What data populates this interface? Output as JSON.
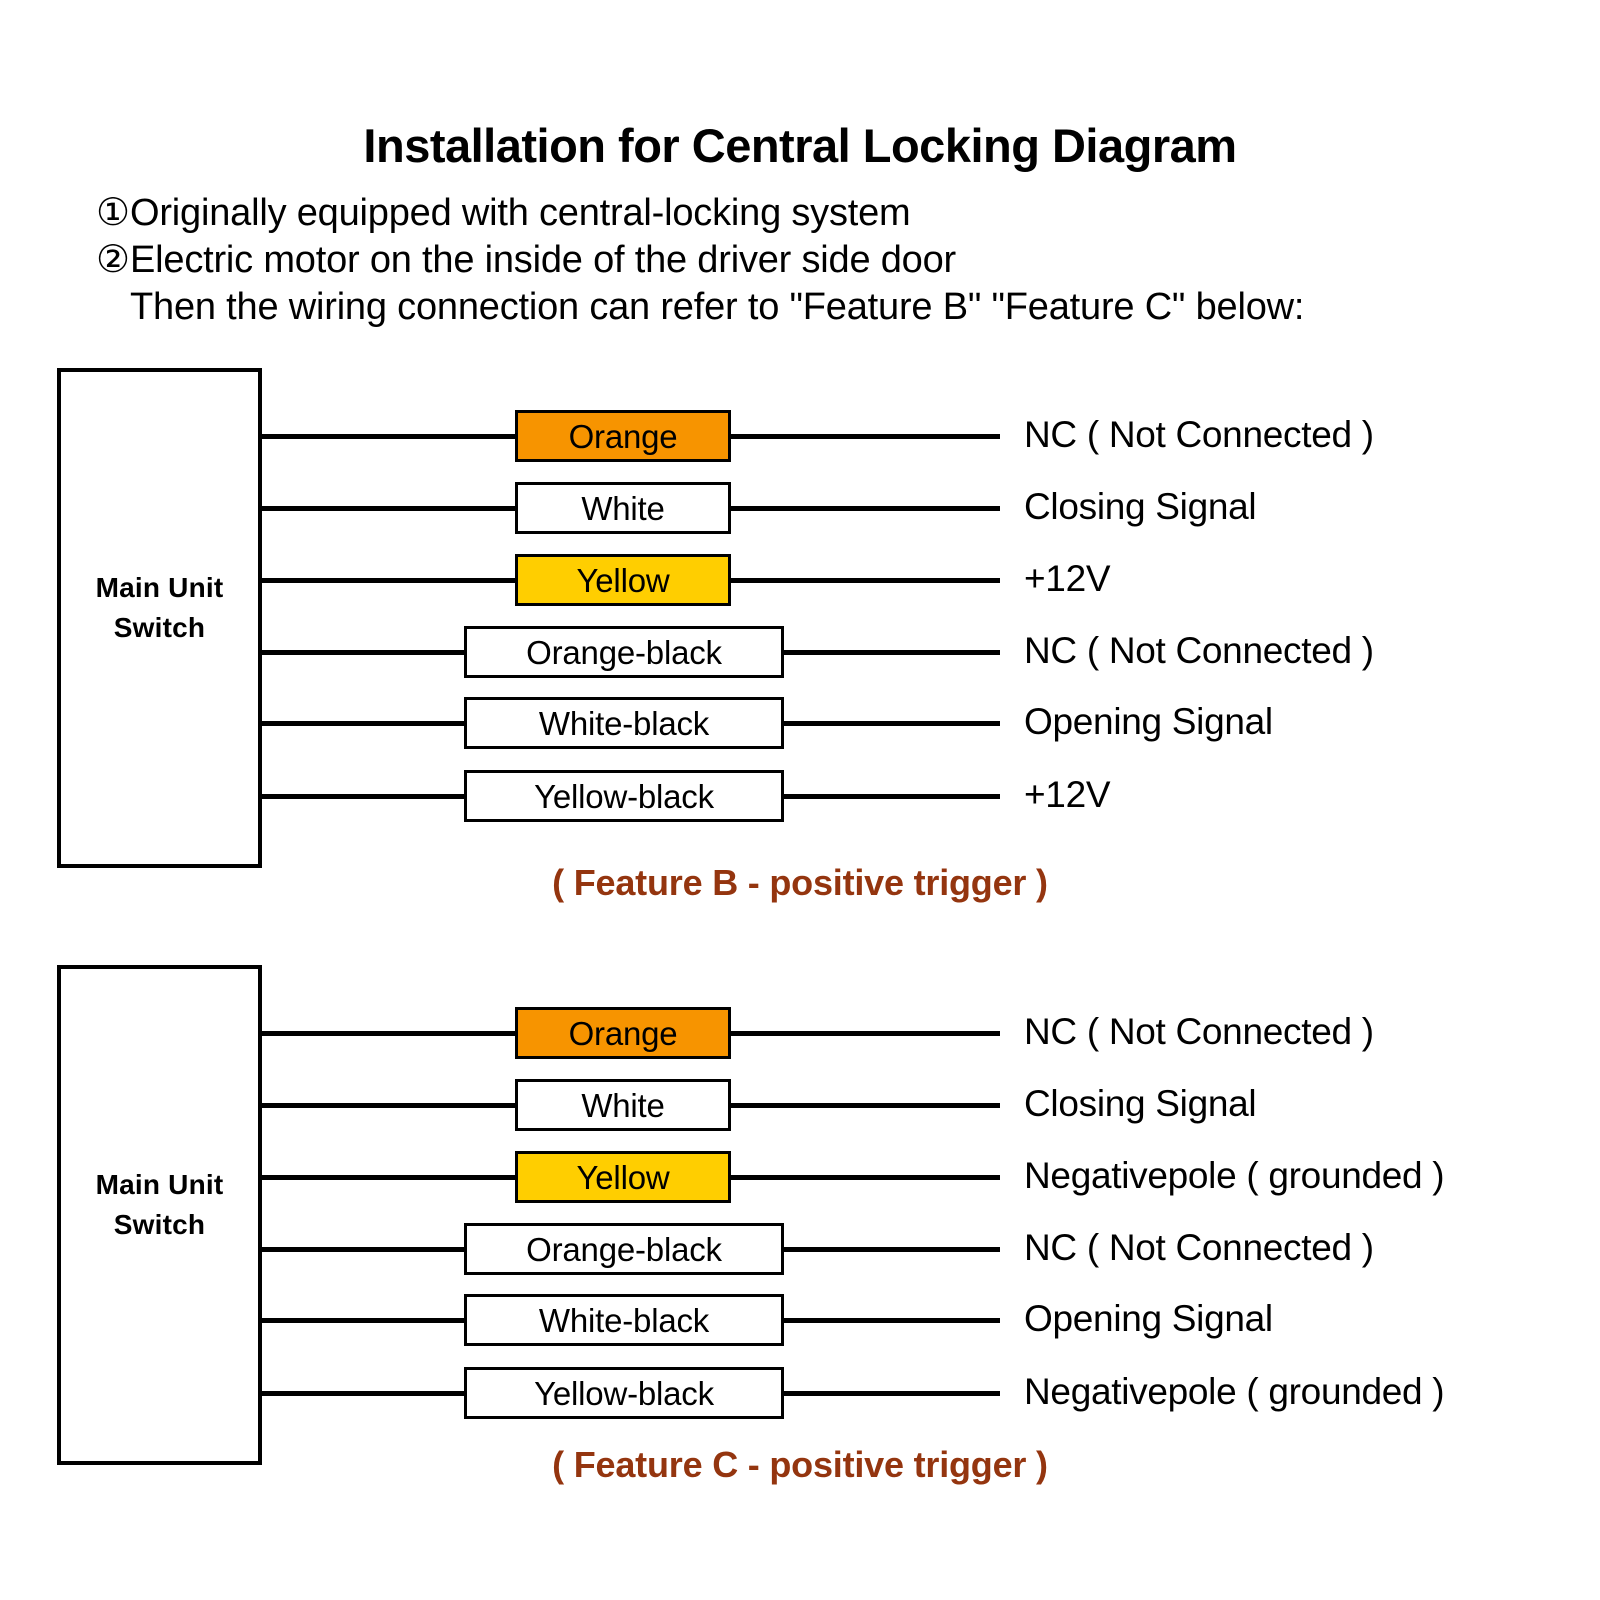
{
  "header": {
    "title": "Installation for Central Locking Diagram",
    "lines": [
      {
        "marker": "①",
        "text": "Originally equipped with central-locking system"
      },
      {
        "marker": "②",
        "text": "Electric motor on the inside of the driver side door"
      },
      {
        "marker": "",
        "text": "Then the wiring connection can refer to \"Feature B\" \"Feature C\" below:"
      }
    ]
  },
  "colors": {
    "orange": "#F79400",
    "yellow": "#FFCE00",
    "white": "#FFFFFF",
    "wire": "#000000",
    "caption": "#94350F"
  },
  "diagrams": [
    {
      "id": "feature-b",
      "unit_label_line1": "Main Unit",
      "unit_label_line2": "Switch",
      "caption": "( Feature B - positive trigger )",
      "rows": [
        {
          "wire": "Orange",
          "size": "short",
          "fill": "#F79400",
          "signal": "NC ( Not Connected )"
        },
        {
          "wire": "White",
          "size": "short",
          "fill": "#FFFFFF",
          "signal": "Closing Signal"
        },
        {
          "wire": "Yellow",
          "size": "short",
          "fill": "#FFCE00",
          "signal": "+12V"
        },
        {
          "wire": "Orange-black",
          "size": "long",
          "fill": "#FFFFFF",
          "signal": "NC ( Not Connected )"
        },
        {
          "wire": "White-black",
          "size": "long",
          "fill": "#FFFFFF",
          "signal": "Opening Signal"
        },
        {
          "wire": "Yellow-black",
          "size": "long",
          "fill": "#FFFFFF",
          "signal": "+12V"
        }
      ]
    },
    {
      "id": "feature-c",
      "unit_label_line1": "Main Unit",
      "unit_label_line2": "Switch",
      "caption": "( Feature C - positive trigger )",
      "rows": [
        {
          "wire": "Orange",
          "size": "short",
          "fill": "#F79400",
          "signal": "NC ( Not Connected )"
        },
        {
          "wire": "White",
          "size": "short",
          "fill": "#FFFFFF",
          "signal": "Closing Signal"
        },
        {
          "wire": "Yellow",
          "size": "short",
          "fill": "#FFCE00",
          "signal": "Negativepole ( grounded )"
        },
        {
          "wire": "Orange-black",
          "size": "long",
          "fill": "#FFFFFF",
          "signal": "NC ( Not Connected )"
        },
        {
          "wire": "White-black",
          "size": "long",
          "fill": "#FFFFFF",
          "signal": "Opening Signal"
        },
        {
          "wire": "Yellow-black",
          "size": "long",
          "fill": "#FFFFFF",
          "signal": "Negativepole ( grounded )"
        }
      ]
    }
  ]
}
